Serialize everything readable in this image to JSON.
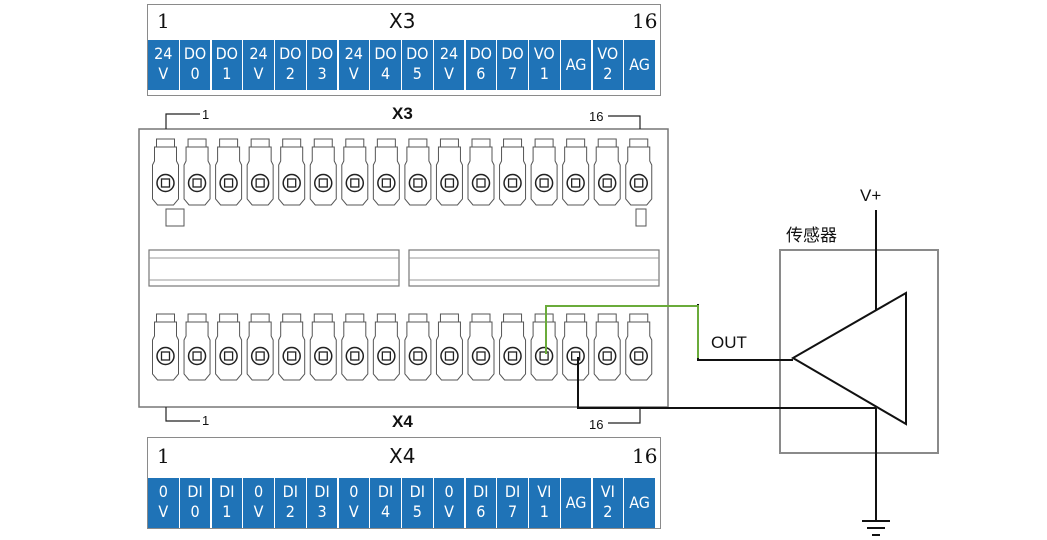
{
  "top_header": {
    "num_left": "1",
    "title": "X3",
    "num_right": "16",
    "pins": [
      [
        "24",
        "V"
      ],
      [
        "DO",
        "0"
      ],
      [
        "DO",
        "1"
      ],
      [
        "24",
        "V"
      ],
      [
        "DO",
        "2"
      ],
      [
        "DO",
        "3"
      ],
      [
        "24",
        "V"
      ],
      [
        "DO",
        "4"
      ],
      [
        "DO",
        "5"
      ],
      [
        "24",
        "V"
      ],
      [
        "DO",
        "6"
      ],
      [
        "DO",
        "7"
      ],
      [
        "VO",
        "1"
      ],
      [
        "AG"
      ],
      [
        "VO",
        "2"
      ],
      [
        "AG"
      ]
    ]
  },
  "module": {
    "top_label": "X3",
    "top_pin_left": "1",
    "top_pin_right": "16",
    "bottom_label": "X4",
    "bottom_pin_left": "1",
    "bottom_pin_right": "16"
  },
  "bottom_header": {
    "num_left": "1",
    "title": "X4",
    "num_right": "16",
    "pins": [
      [
        "0",
        "V"
      ],
      [
        "DI",
        "0"
      ],
      [
        "DI",
        "1"
      ],
      [
        "0",
        "V"
      ],
      [
        "DI",
        "2"
      ],
      [
        "DI",
        "3"
      ],
      [
        "0",
        "V"
      ],
      [
        "DI",
        "4"
      ],
      [
        "DI",
        "5"
      ],
      [
        "0",
        "V"
      ],
      [
        "DI",
        "6"
      ],
      [
        "DI",
        "7"
      ],
      [
        "VI",
        "1"
      ],
      [
        "AG"
      ],
      [
        "VI",
        "2"
      ],
      [
        "AG"
      ]
    ]
  },
  "sensor": {
    "name": "传感器",
    "supply": "V+",
    "output": "OUT"
  },
  "colors": {
    "pin_cell": "#1f73b7",
    "signal_wire": "#6aab3a",
    "outline": "#8a8a8a"
  }
}
